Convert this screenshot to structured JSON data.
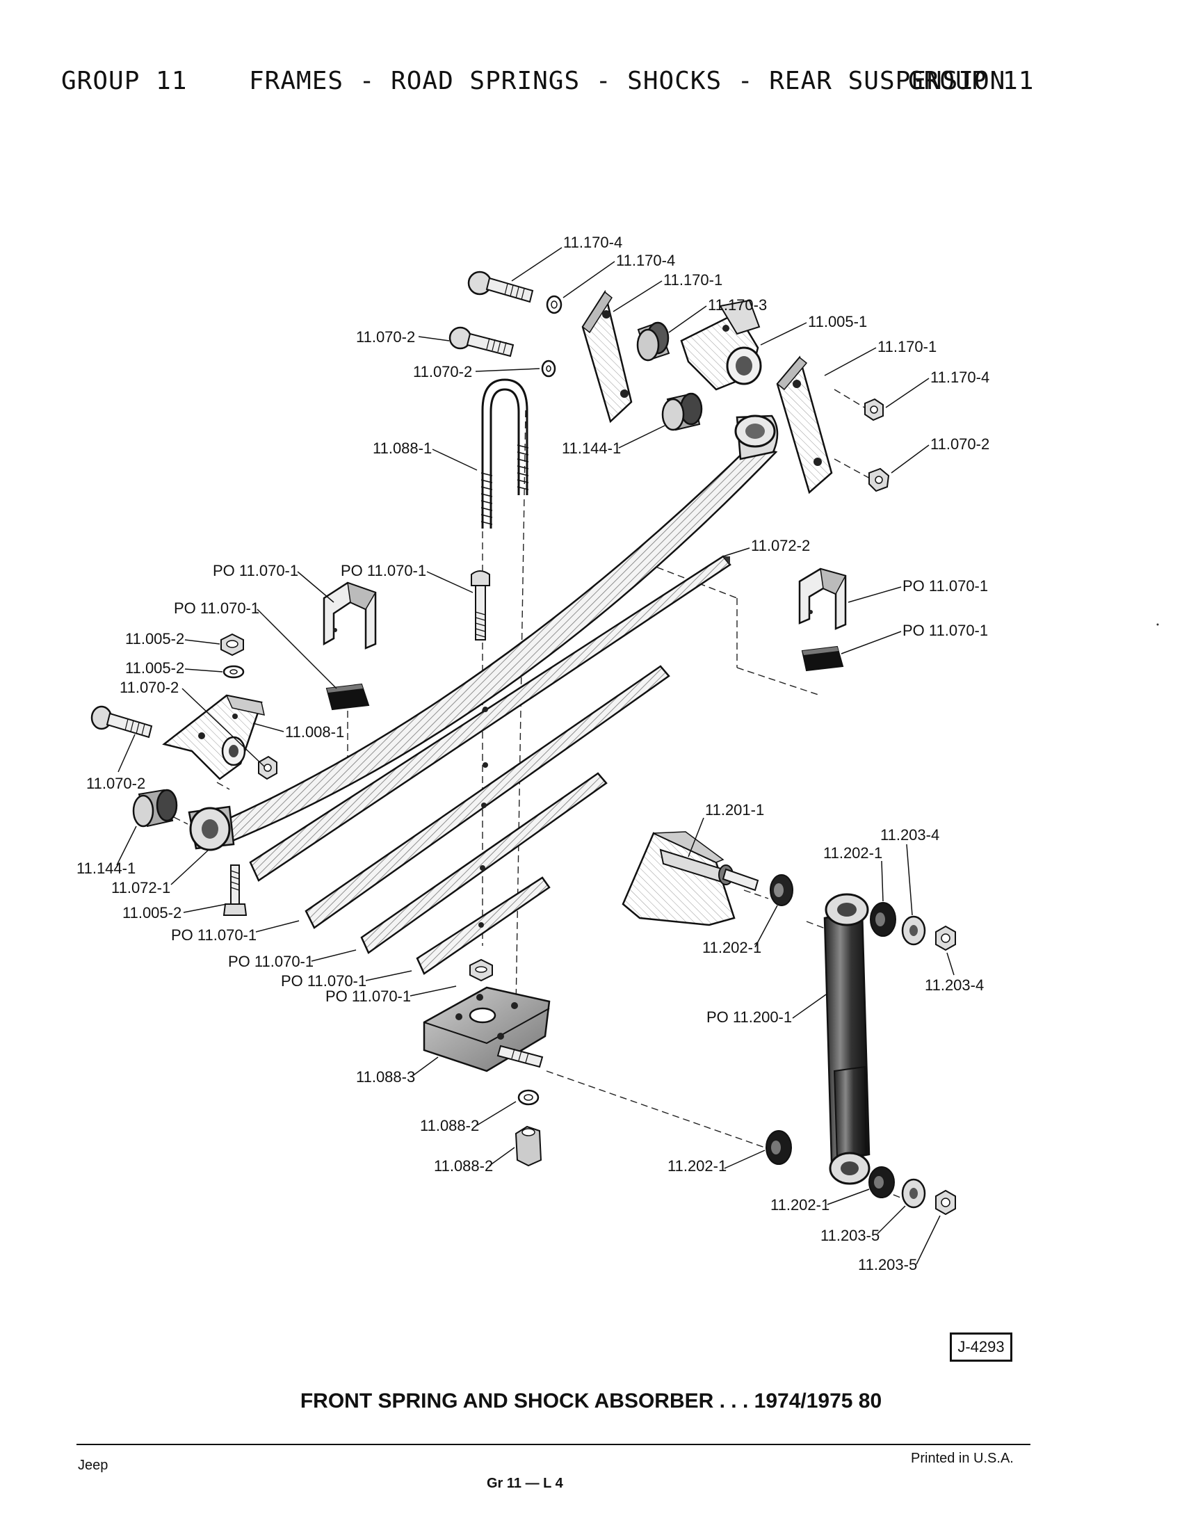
{
  "header": {
    "left": "GROUP 11",
    "center": "FRAMES - ROAD SPRINGS - SHOCKS - REAR SUSPENSION",
    "right": "GROUP 11"
  },
  "callouts": [
    "11.170-4",
    "11.170-4",
    "11.170-1",
    "11.170-3",
    "11.005-1",
    "11.170-1",
    "11.170-4",
    "11.070-2",
    "11.070-2",
    "11.088-1",
    "11.144-1",
    "11.070-2",
    "11.072-2",
    "PO 11.070-1",
    "PO 11.070-1",
    "PO 11.070-1",
    "PO 11.070-1",
    "PO 11.070-1",
    "11.005-2",
    "11.005-2",
    "11.070-2",
    "11.008-1",
    "11.070-2",
    "11.144-1",
    "11.072-1",
    "11.005-2",
    "PO 11.070-1",
    "PO 11.070-1",
    "PO 11.070-1",
    "PO 11.070-1",
    "11.201-1",
    "11.203-4",
    "11.202-1",
    "11.202-1",
    "11.203-4",
    "PO 11.200-1",
    "11.088-3",
    "11.088-2",
    "11.088-2",
    "11.202-1",
    "11.202-1",
    "11.203-5",
    "11.203-5"
  ],
  "figure_code": "J-4293",
  "caption": "FRONT SPRING AND SHOCK ABSORBER . . . 1974/1975 80",
  "footer": {
    "left": "Jeep",
    "right": "Printed in U.S.A.",
    "center": "Gr 11 — L 4"
  }
}
